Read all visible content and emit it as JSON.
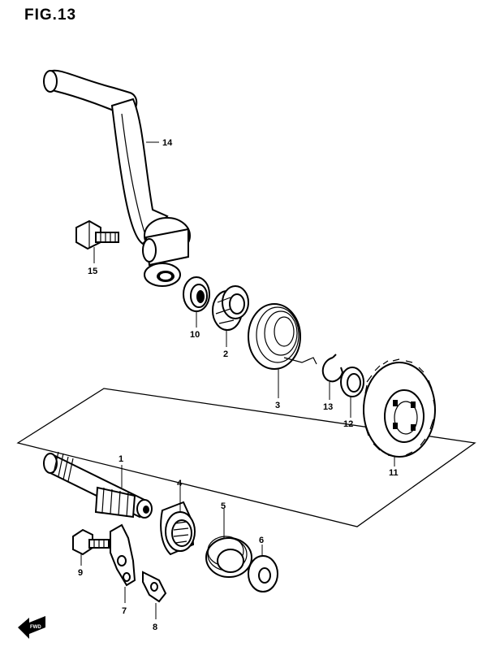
{
  "figure": {
    "title": "FIG.13",
    "fwd_label": "FWD"
  },
  "callouts": [
    {
      "id": "14",
      "label": "14"
    },
    {
      "id": "15",
      "label": "15"
    },
    {
      "id": "10",
      "label": "10"
    },
    {
      "id": "2",
      "label": "2"
    },
    {
      "id": "3",
      "label": "3"
    },
    {
      "id": "13",
      "label": "13"
    },
    {
      "id": "12",
      "label": "12"
    },
    {
      "id": "11",
      "label": "11"
    },
    {
      "id": "1",
      "label": "1"
    },
    {
      "id": "4",
      "label": "4"
    },
    {
      "id": "5",
      "label": "5"
    },
    {
      "id": "6",
      "label": "6"
    },
    {
      "id": "9",
      "label": "9"
    },
    {
      "id": "7",
      "label": "7"
    },
    {
      "id": "8",
      "label": "8"
    }
  ]
}
